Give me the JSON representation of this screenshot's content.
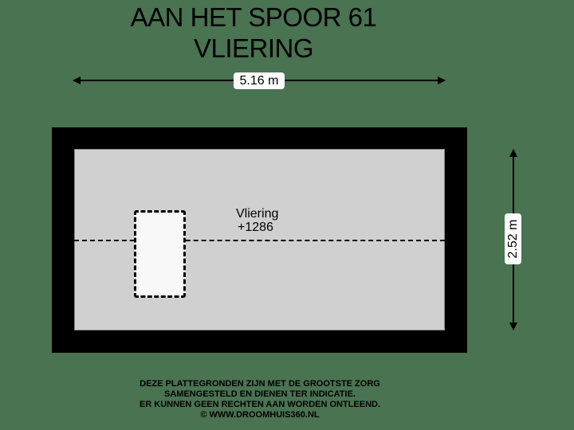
{
  "header": {
    "address": "AAN HET SPOOR 61",
    "floor": "VLIERING"
  },
  "dimensions": {
    "width": "5.16 m",
    "depth": "2.52 m"
  },
  "rooms": [
    {
      "name": "Vliering",
      "level": "+1286"
    }
  ],
  "colors": {
    "background": "#4a7351",
    "wall": "#000000",
    "floor": "#d0d0d0",
    "hatch": "#f8f8f8"
  },
  "footer": {
    "lines": [
      "DEZE PLATTEGRONDEN ZIJN MET DE GROOTSTE ZORG",
      "SAMENGESTELD EN DIENEN TER INDICATIE.",
      "ER KUNNEN GEEN RECHTEN AAN WORDEN ONTLEEND.",
      "© WWW.DROOMHUIS360.NL"
    ]
  }
}
